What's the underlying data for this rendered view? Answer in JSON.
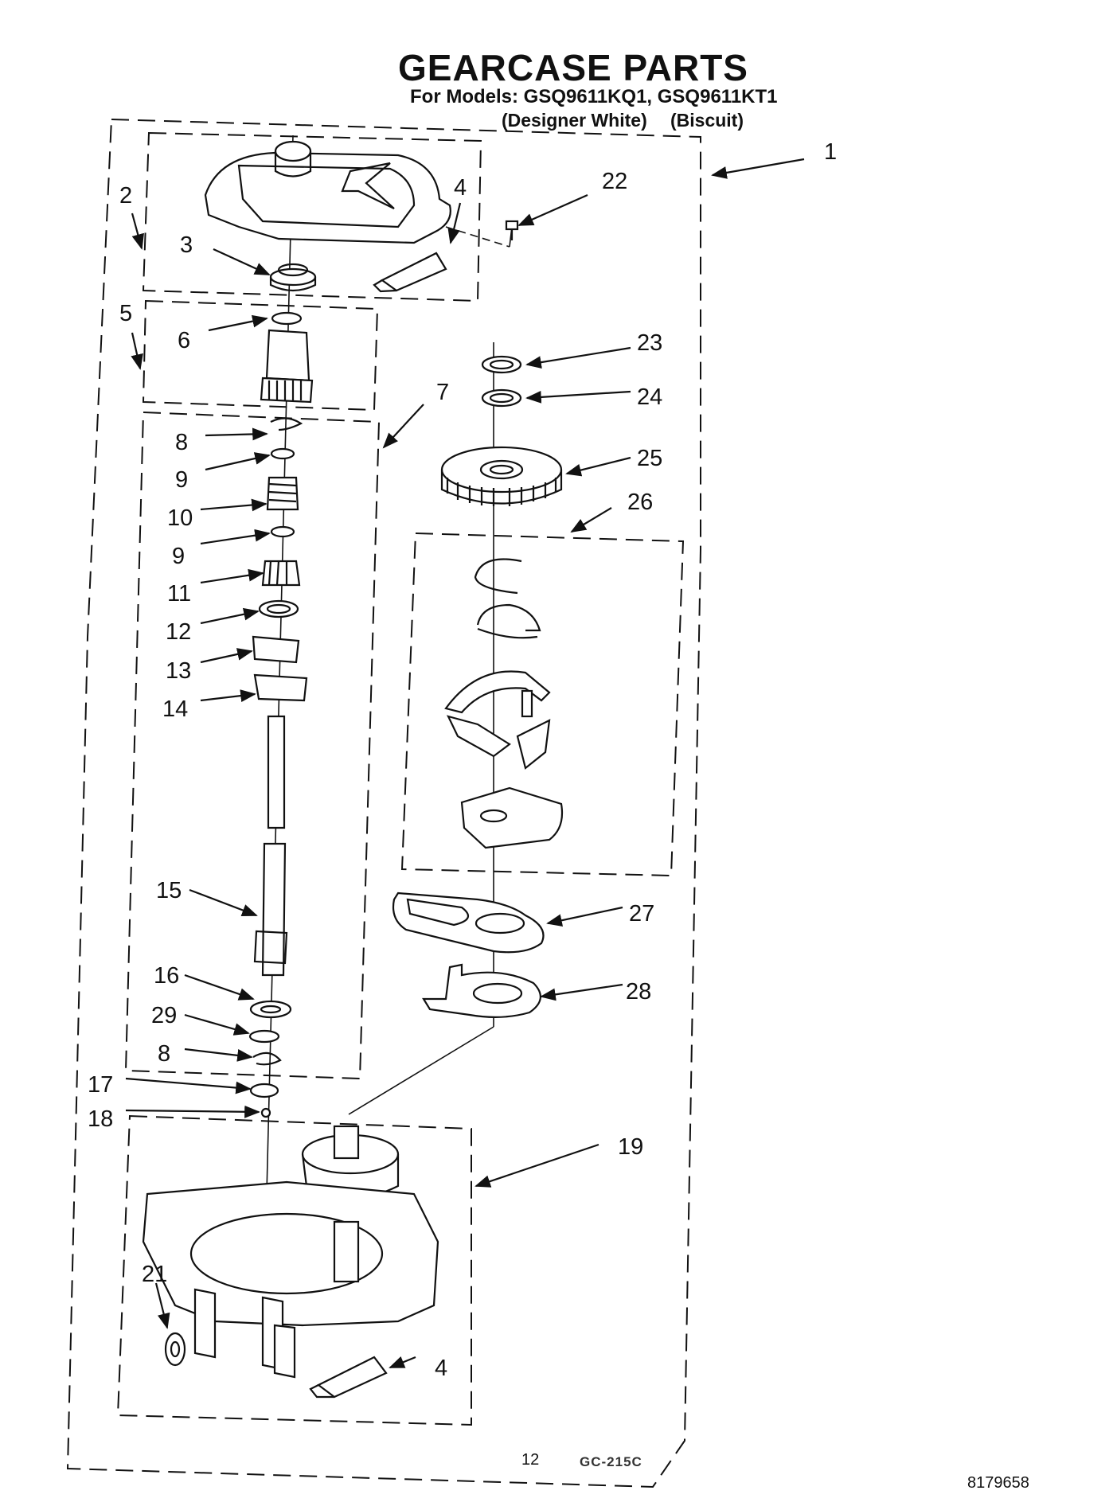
{
  "header": {
    "title": "GEARCASE PARTS",
    "models_line": "For Models: GSQ9611KQ1, GSQ9611KT1",
    "variant_1": "(Designer White)",
    "variant_2": "(Biscuit)"
  },
  "callouts": {
    "c1": "1",
    "c2": "2",
    "c3": "3",
    "c4a": "4",
    "c4b": "4",
    "c5": "5",
    "c6": "6",
    "c7": "7",
    "c8a": "8",
    "c8b": "8",
    "c9a": "9",
    "c9b": "9",
    "c10": "10",
    "c11": "11",
    "c12": "12",
    "c13": "13",
    "c14": "14",
    "c15": "15",
    "c16": "16",
    "c17": "17",
    "c18": "18",
    "c19": "19",
    "c21": "21",
    "c22": "22",
    "c23": "23",
    "c24": "24",
    "c25": "25",
    "c26": "26",
    "c27": "27",
    "c28": "28",
    "c29": "29"
  },
  "diagram_code": "GC-215C",
  "footer": {
    "page_number": "12",
    "document_number": "8179658"
  }
}
